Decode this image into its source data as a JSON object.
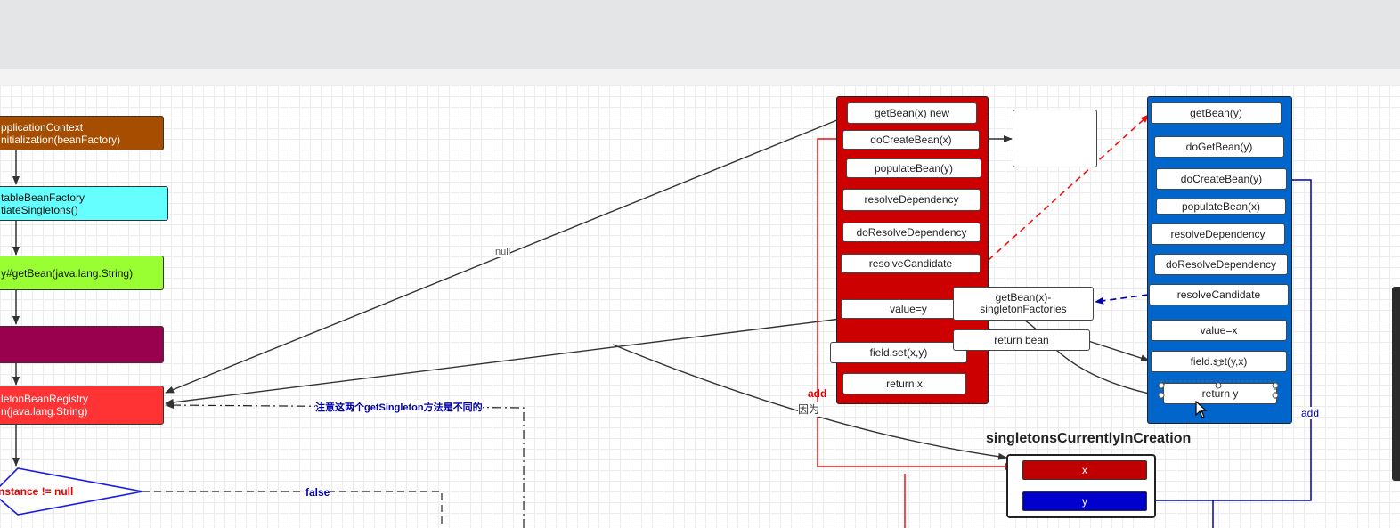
{
  "flow": {
    "n1_l1": "pplicationContext",
    "n1_l2": "nitialization(beanFactory)",
    "n2_l1": "tableBeanFactory",
    "n2_l2": "tiateSingletons()",
    "n3": "y#getBean(java.lang.String)",
    "n5_l1": "letonBeanRegistry",
    "n5_l2": "n(java.lang.String)",
    "decision": "nstance != null",
    "false_label": "false"
  },
  "labels": {
    "null": "null",
    "note": "注意这两个getSingleton方法是不同的",
    "add_left": "add",
    "because": "因为",
    "add_right": "add"
  },
  "x_stack": [
    "getBean(x) new",
    "doCreateBean(x)",
    "populateBean(y)",
    "resolveDependency",
    "doResolveDependency",
    "resolveCandidate",
    "value=y",
    "field.set(x,y)",
    "return x"
  ],
  "y_stack": [
    "getBean(y)",
    "doGetBean(y)",
    "doCreateBean(y)",
    "populateBean(x)",
    "resolveDependency",
    "doResolveDependency",
    "resolveCandidate",
    "value=x",
    "field.set(y,x)",
    "return y"
  ],
  "mid_boxes": {
    "getbean_x_l1": "getBean(x)-",
    "getbean_x_l2": "singletonFactories",
    "return_bean": "return bean"
  },
  "registry": {
    "title": "singletonsCurrentlyInCreation",
    "x": "x",
    "y": "y"
  },
  "colors": {
    "x_stack": "#cc0000",
    "y_stack": "#0066cc",
    "registry_x": "#c00000",
    "registry_y": "#0000cc",
    "arrow_red": "#ee1111",
    "arrow_blue": "#0000aa"
  }
}
